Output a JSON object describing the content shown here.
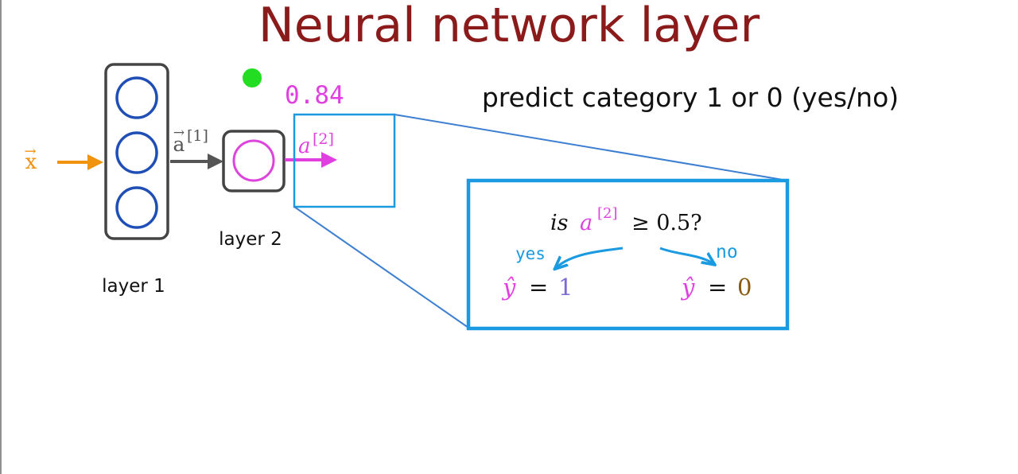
{
  "title": "Neural network layer",
  "subtitle": "predict category 1 or 0 (yes/no)",
  "input": {
    "label": "x",
    "arrow_symbol": "→"
  },
  "layer1": {
    "label": "layer 1",
    "output_label": "a",
    "output_superscript": "[1]",
    "arrow_symbol": "→"
  },
  "layer2": {
    "label": "layer 2",
    "output_label": "a",
    "output_superscript": "[2]",
    "output_value": "0.84"
  },
  "decision": {
    "question_prefix": "is",
    "question_var": "a",
    "question_superscript": "[2]",
    "question_rest": "≥ 0.5?",
    "yes_label": "yes",
    "no_label": "no",
    "yes_result_var": "ŷ",
    "yes_result_eq": "=",
    "yes_result_value": "1",
    "no_result_var": "ŷ",
    "no_result_eq": "=",
    "no_result_value": "0"
  },
  "colors": {
    "title": "#8b1a1a",
    "input": "#f0940f",
    "neuron_blue": "#1f4fb5",
    "neuron_pink": "#dd44dd",
    "activation_pink": "#e040e0",
    "zoom_blue": "#1a9ae0",
    "zoom_line": "#3d7fd0",
    "value_purple": "#7a6ad8",
    "value_brown": "#8a5a10",
    "pointer_green": "#22dd22",
    "box_gray": "#444444"
  }
}
